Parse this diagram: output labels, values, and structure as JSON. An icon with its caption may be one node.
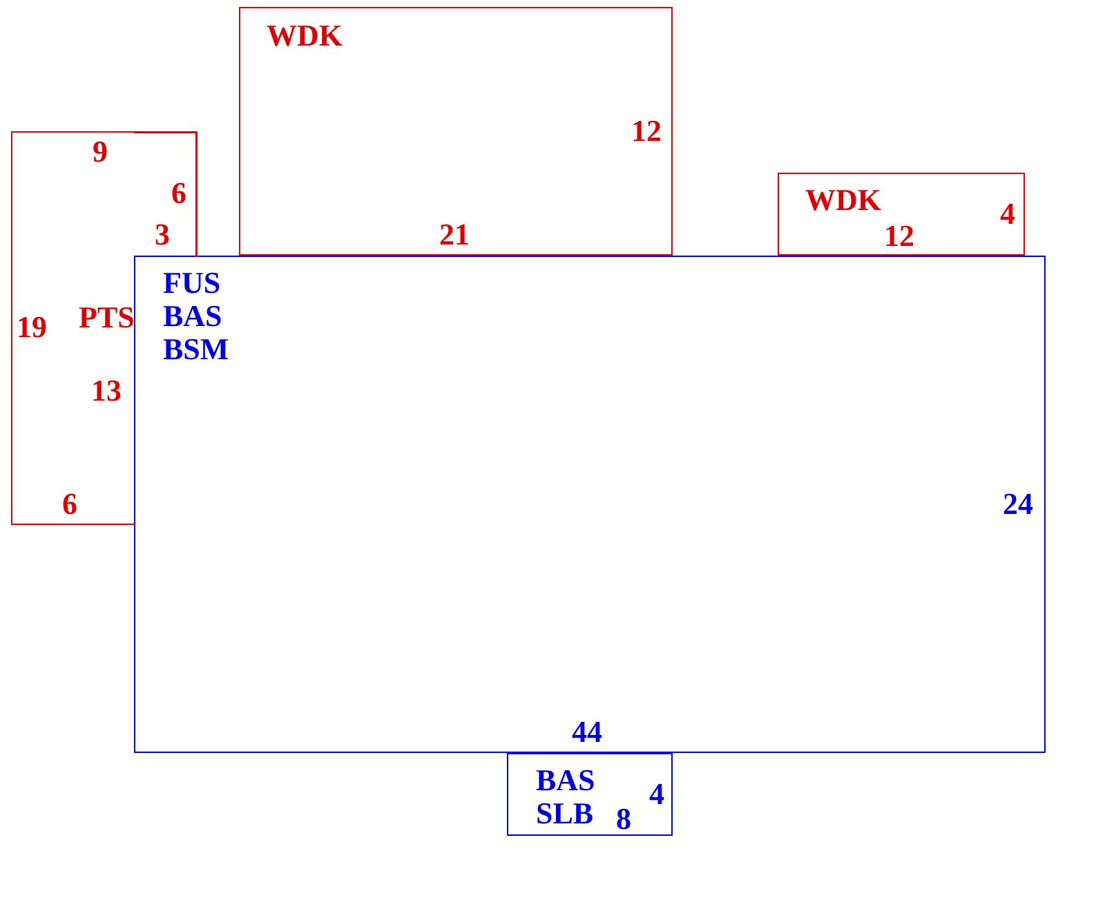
{
  "diagram": {
    "nodes": [
      {
        "text": [
          "PTS"
        ]
      },
      {
        "text": [
          "WDK"
        ]
      },
      {
        "text": [
          "WDK"
        ]
      },
      {
        "text": [
          "FUS",
          "BAS",
          "BSM"
        ]
      },
      {
        "text": [
          "BAS",
          "SLB"
        ]
      }
    ],
    "edges": [],
    "labels": [
      "12",
      "9",
      "6",
      "4",
      "3",
      "21",
      "12",
      "19",
      "13",
      "24",
      "6",
      "44",
      "4",
      "8"
    ]
  }
}
